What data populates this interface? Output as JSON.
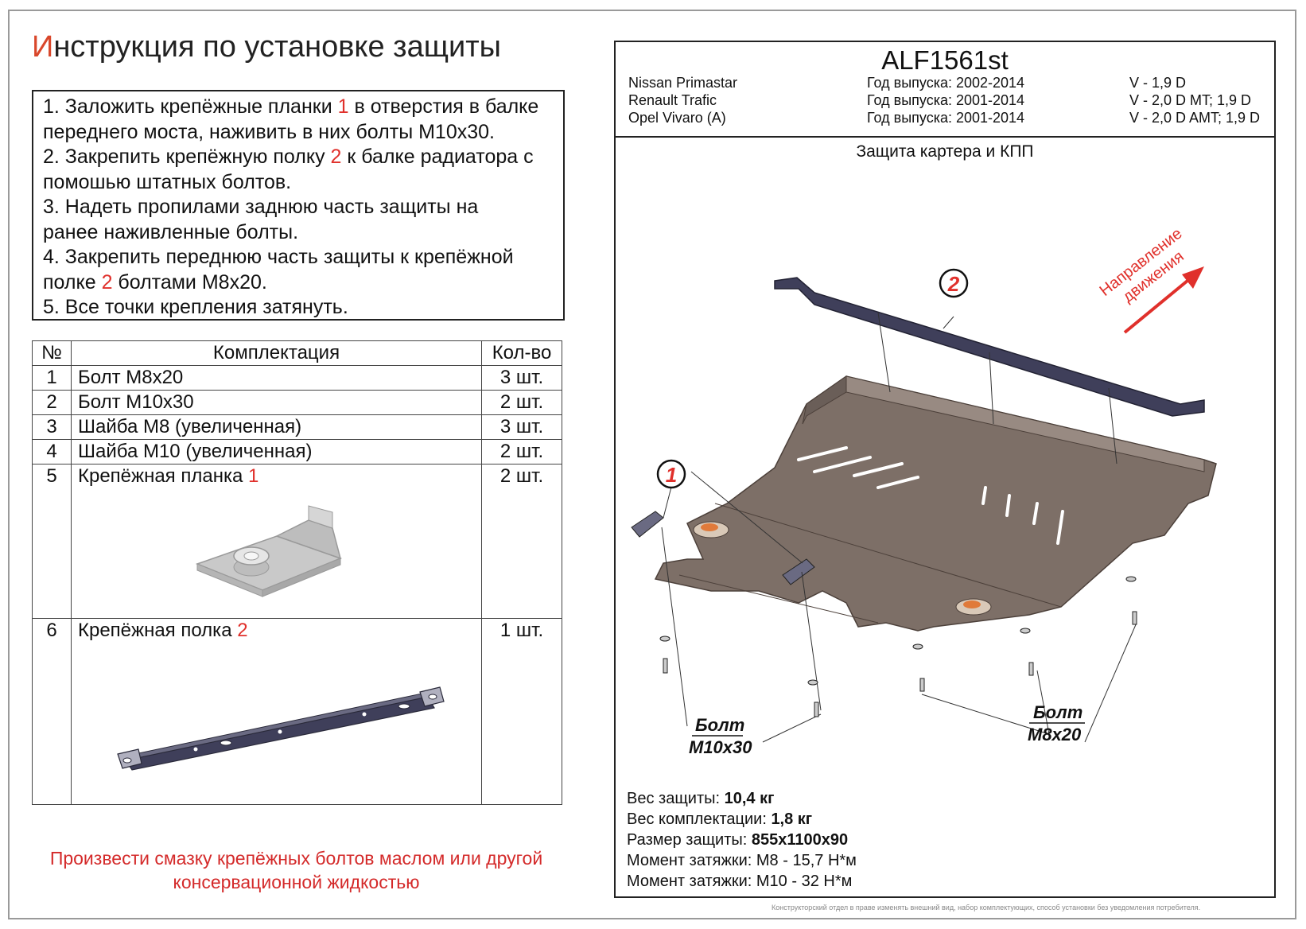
{
  "title": {
    "first_letter": "И",
    "rest": "нструкция по установке защиты"
  },
  "instructions": [
    {
      "parts": [
        "1. Заложить крепёжные планки ",
        "1",
        " в отверстия в балке"
      ]
    },
    {
      "parts": [
        "переднего моста, наживить в них болты М10х30.",
        "",
        ""
      ]
    },
    {
      "parts": [
        "2. Закрепить крепёжную полку ",
        "2",
        " к балке радиатора с"
      ]
    },
    {
      "parts": [
        "помошью штатных болтов.",
        "",
        ""
      ]
    },
    {
      "parts": [
        "3. Надеть пропилами заднюю часть защиты на",
        "",
        ""
      ]
    },
    {
      "parts": [
        "ранее наживленные болты.",
        "",
        ""
      ]
    },
    {
      "parts": [
        "4. Закрепить переднюю часть защиты к крепёжной",
        "",
        ""
      ]
    },
    {
      "parts": [
        "полке ",
        "2",
        " болтами М8х20."
      ]
    },
    {
      "parts": [
        "5. Все точки крепления затянуть.",
        "",
        ""
      ]
    }
  ],
  "kit": {
    "headers": [
      "№",
      "Комплектация",
      "Кол-во"
    ],
    "rows": [
      {
        "num": "1",
        "name": "Болт М8х20",
        "ref": "",
        "qty": "3 шт."
      },
      {
        "num": "2",
        "name": "Болт М10х30",
        "ref": "",
        "qty": "2 шт."
      },
      {
        "num": "3",
        "name": "Шайба М8 (увеличенная)",
        "ref": "",
        "qty": "3 шт."
      },
      {
        "num": "4",
        "name": "Шайба М10 (увеличенная)",
        "ref": "",
        "qty": "2 шт."
      },
      {
        "num": "5",
        "name": "Крепёжная планка ",
        "ref": "1",
        "qty": "2 шт."
      },
      {
        "num": "6",
        "name": "Крепёжная полка ",
        "ref": "2",
        "qty": "1 шт."
      }
    ]
  },
  "note": {
    "line1": "Произвести смазку крепёжных болтов маслом или другой",
    "line2": "консервационной жидкостью"
  },
  "product": {
    "code": "ALF1561st",
    "models": [
      "Nissan Primastar",
      "Renault Trafic",
      "Opel Vivaro (A)"
    ],
    "years": [
      "Год выпуска: 2002-2014",
      "Год выпуска: 2001-2014",
      "Год выпуска: 2001-2014"
    ],
    "engines": [
      "V - 1,9 D",
      "V - 2,0 D MT; 1,9 D",
      "V - 2,0 D AMT; 1,9 D"
    ],
    "subtitle": "Защита картера и КПП"
  },
  "diagram": {
    "direction_line1": "Направление",
    "direction_line2": "движения",
    "callout1": "1",
    "callout2": "2",
    "bolt_left_l1": "Болт",
    "bolt_left_l2": "М10х30",
    "bolt_right_l1": "Болт",
    "bolt_right_l2": "М8х20"
  },
  "specs": [
    {
      "label": "Вес защиты: ",
      "value": "10,4 кг"
    },
    {
      "label": "Вес комплектации: ",
      "value": "1,8 кг"
    },
    {
      "label": "Размер защиты: ",
      "value": "855х1100х90"
    },
    {
      "label": "Момент затяжки:  М8 - 15,7 Н*м",
      "value": ""
    },
    {
      "label": "Момент затяжки:  М10 - 32 Н*м",
      "value": ""
    }
  ],
  "footer_note": "Конструкторский отдел в праве изменять внешний вид, набор комплектующих, способ установки без уведомления потребителя.",
  "colors": {
    "accent_red": "#e0302b",
    "plate_fill": "#7d6f67",
    "bracket_fill": "#3f3f5a"
  }
}
